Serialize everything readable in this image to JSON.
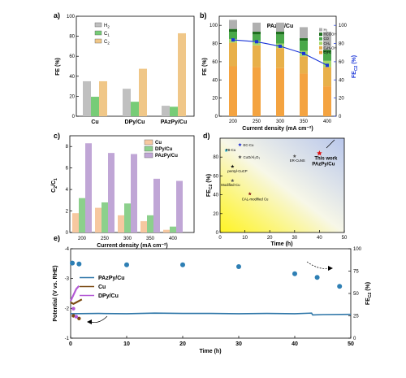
{
  "colors": {
    "h2": "#c0c0c0",
    "c1": "#77cc77",
    "c2": "#f0c788",
    "cu": "#f7c8a0",
    "dpy": "#8cd08c",
    "pazpy": "#c0a6d6",
    "s_h2": "#b0b0b0",
    "s_hcooh": "#1f6f1f",
    "s_co": "#4aa84a",
    "s_ch4": "#a6d86a",
    "s_c2h5oh": "#e8b04a",
    "s_c2h4": "#f4a340",
    "fe_line": "#1a35d8",
    "stab_pazpy": "#2e76a8",
    "stab_cu": "#7a4a12",
    "stab_dpy": "#b45ad6",
    "stab_dots": "#2e7fb4"
  },
  "panels": {
    "a": {
      "label": "a)",
      "chart_data": {
        "type": "bar",
        "categories": [
          "Cu",
          "DPy/Cu",
          "PAzPy/Cu"
        ],
        "series": [
          {
            "name": "H2",
            "values": [
              35,
              27.5,
              10.5
            ]
          },
          {
            "name": "C1",
            "values": [
              19.5,
              14.5,
              9.5
            ]
          },
          {
            "name": "C2",
            "values": [
              35,
              47.5,
              83
            ]
          }
        ],
        "ylabel": "FE (%)",
        "ylim": [
          0,
          100
        ],
        "yticks": [
          0,
          20,
          40,
          60,
          80,
          100
        ],
        "legend_position": "top-left",
        "legend": [
          {
            "main": "H",
            "sub": "2"
          },
          {
            "main": "C",
            "sub": "1"
          },
          {
            "main": "C",
            "sub": "2"
          }
        ]
      }
    },
    "b": {
      "label": "b)",
      "chart_data": {
        "type": "bar",
        "title": "PAzPy/Cu",
        "categories": [
          "200",
          "250",
          "300",
          "350",
          "400"
        ],
        "series": [
          {
            "name": "C2H4",
            "values": [
              55,
              54,
              53,
              47,
              33
            ]
          },
          {
            "name": "C2H5OH",
            "values": [
              26,
              24,
              22,
              19,
              21
            ]
          },
          {
            "name": "CH4",
            "values": [
              4,
              5,
              5,
              6,
              7
            ]
          },
          {
            "name": "CO",
            "values": [
              8,
              7,
              10,
              11,
              9
            ]
          },
          {
            "name": "HCOOH",
            "values": [
              3,
              3,
              3,
              3,
              3
            ]
          },
          {
            "name": "H2",
            "values": [
              10,
              10,
              10,
              12,
              20
            ]
          }
        ],
        "fe_c2": [
          84,
          82,
          77,
          69,
          56
        ],
        "xlabel": "Current density (mA cm⁻²)",
        "ylabel": "FE (%)",
        "ylabel_right": "FE",
        "ylabel_right_sub": "C2",
        "ylim": [
          0,
          110
        ],
        "yticks": [
          0,
          20,
          40,
          60,
          80,
          100
        ],
        "ylim_right": [
          0,
          110
        ],
        "yticks_right": [
          0,
          20,
          40,
          60,
          80,
          100
        ],
        "legend_position": "top-right",
        "legend": [
          "H₂",
          "HCOOH",
          "CO",
          "CH₄",
          "C₂H₅OH",
          "C₂H₄"
        ]
      }
    },
    "c": {
      "label": "c)",
      "chart_data": {
        "type": "bar",
        "categories": [
          "200",
          "250",
          "300",
          "350",
          "400"
        ],
        "series": [
          {
            "name": "Cu",
            "values": [
              1.8,
              2.3,
              1.6,
              1.05,
              0.25
            ]
          },
          {
            "name": "DPy/Cu",
            "values": [
              3.2,
              2.8,
              2.7,
              1.6,
              0.55
            ]
          },
          {
            "name": "PAzPy/Cu",
            "values": [
              8.3,
              7.4,
              7.3,
              5.0,
              4.8
            ]
          }
        ],
        "xlabel": "Current density (mA cm⁻²)",
        "ylabel_main": "C",
        "ylabel_sub1": "2",
        "ylabel_mid": "/C",
        "ylabel_sub2": "1",
        "ylim": [
          0,
          9
        ],
        "yticks": [
          0,
          2,
          4,
          6,
          8
        ],
        "legend_position": "top-right",
        "legend": [
          "Cu",
          "DPy/Cu",
          "PAzPy/Cu"
        ]
      }
    },
    "d": {
      "label": "d)",
      "chart_data": {
        "type": "scatter",
        "points": [
          {
            "name": "EC-Cu",
            "x": 8,
            "y": 93
          },
          {
            "name": "PB-Cu",
            "x": 2.5,
            "y": 87
          },
          {
            "name": "CuO/Al2O3",
            "x": 8,
            "y": 80
          },
          {
            "name": "pentyl-CuCP",
            "x": 5,
            "y": 70
          },
          {
            "name": "ER-CuNS",
            "x": 30,
            "y": 81
          },
          {
            "name": "Modified-Cu",
            "x": 5,
            "y": 55
          },
          {
            "name": "CAL-modified Cu",
            "x": 12,
            "y": 41
          },
          {
            "name": "This work PAzPy/Cu",
            "x": 40,
            "y": 84
          }
        ],
        "labels": [
          "EC-Cu",
          "PB-Cu",
          "CuO/Al₂O₃",
          "pentyl-CuCP",
          "ER-CuNS",
          "Modified-Cu",
          "CAL-modified Cu",
          "This work",
          "PAzPy/Cu"
        ],
        "xlabel": "Time (h)",
        "ylabel": "FE",
        "ylabel_sub": "C2",
        "ylabel_unit": "(%)",
        "xlim": [
          0,
          50
        ],
        "xticks": [
          0,
          10,
          20,
          30,
          40,
          50
        ],
        "ylim": [
          0,
          100
        ],
        "yticks": [
          0,
          20,
          40,
          60,
          80
        ]
      }
    },
    "e": {
      "label": "e)",
      "chart_data": {
        "type": "line",
        "xlabel": "Time (h)",
        "ylabel": "Potential (V vs. RHE)",
        "ylabel_right": "FE",
        "ylabel_right_sub": "C2",
        "ylabel_right_unit": "(%)",
        "xlim": [
          0,
          50
        ],
        "xticks": [
          0,
          10,
          20,
          30,
          40,
          50
        ],
        "ylim": [
          -4,
          -1
        ],
        "yticks": [
          -4,
          -3,
          -2,
          -1
        ],
        "ylim_right": [
          0,
          100
        ],
        "yticks_right": [
          0,
          25,
          50,
          75,
          100
        ],
        "series": [
          {
            "name": "PAzPy/Cu",
            "x": [
              0,
              5,
              10,
              15,
              20,
              25,
              30,
              35,
              40,
              43,
              43.2,
              45,
              50
            ],
            "y": [
              -1.82,
              -1.83,
              -1.82,
              -1.84,
              -1.83,
              -1.83,
              -1.82,
              -1.83,
              -1.82,
              -1.84,
              -1.78,
              -1.79,
              -1.8
            ]
          },
          {
            "name": "Cu",
            "x": [
              0,
              0.5,
              1,
              1.5,
              2
            ],
            "y": [
              -2.2,
              -2.15,
              -2.2,
              -2.25,
              -2.3
            ]
          },
          {
            "name": "DPy/Cu",
            "x": [
              0,
              0.5,
              1,
              1.5
            ],
            "y": [
              -2.25,
              -2.45,
              -2.65,
              -2.75
            ]
          }
        ],
        "fe_points": [
          {
            "x": 0.3,
            "y": 84
          },
          {
            "x": 1.5,
            "y": 83
          },
          {
            "x": 10,
            "y": 82
          },
          {
            "x": 20,
            "y": 82
          },
          {
            "x": 30,
            "y": 80
          },
          {
            "x": 40,
            "y": 72
          },
          {
            "x": 44,
            "y": 68
          },
          {
            "x": 48,
            "y": 58
          }
        ],
        "fe_cu_points": [
          {
            "x": 0.5,
            "y": 25
          },
          {
            "x": 1.5,
            "y": 22
          }
        ],
        "fe_dpy_points": [
          {
            "x": 0.5,
            "y": 33
          },
          {
            "x": 1,
            "y": 24
          }
        ],
        "legend": [
          "PAzPy/Cu",
          "Cu",
          "DPy/Cu"
        ]
      }
    }
  }
}
